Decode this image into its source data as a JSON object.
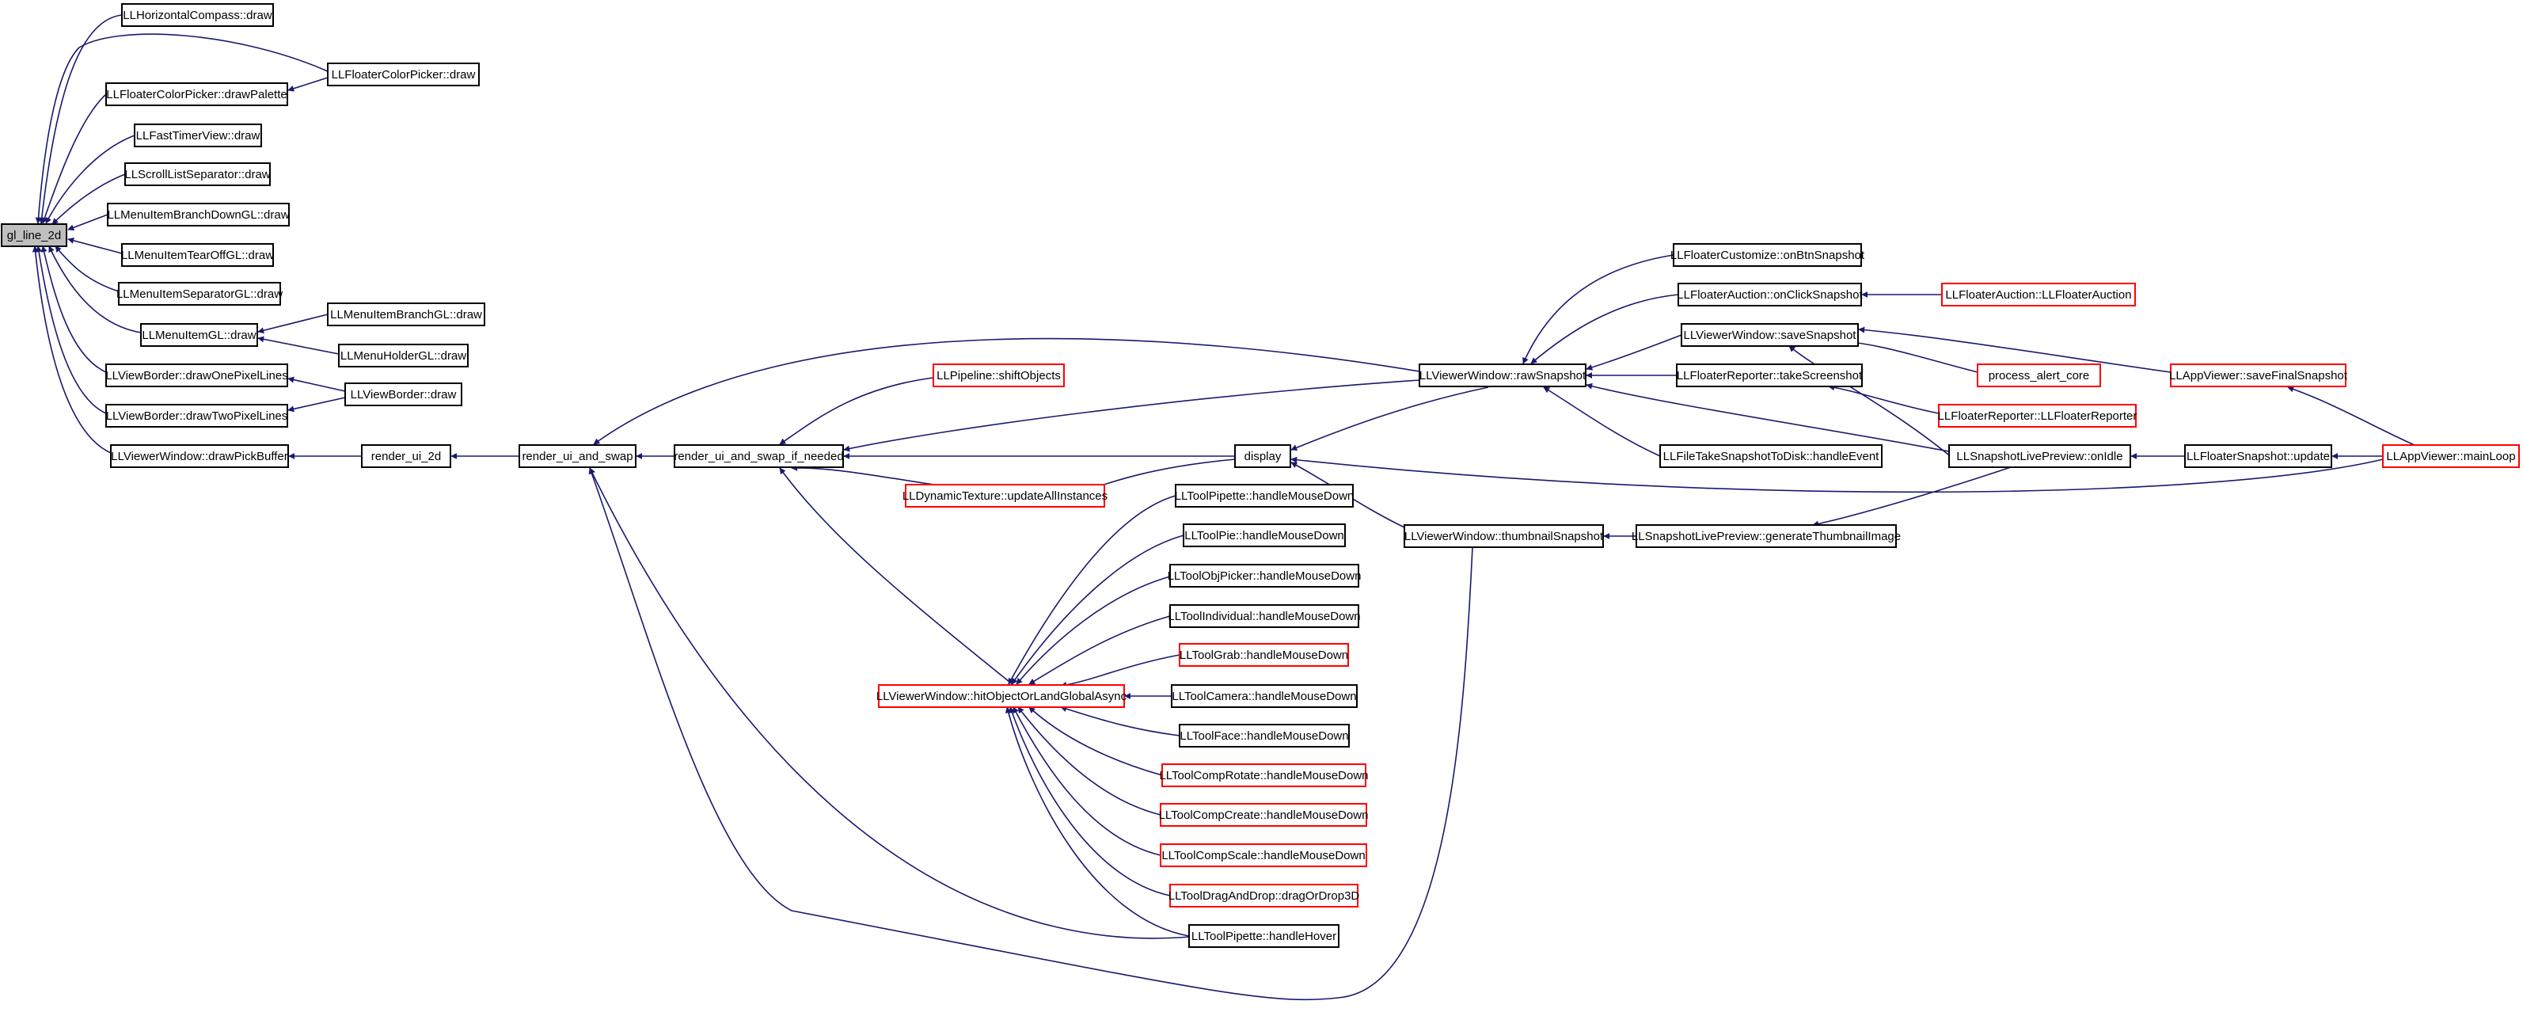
{
  "diagram": {
    "colors": {
      "edge": "#191970",
      "red_border": "#ff0000",
      "root_fill": "#bfbfbf"
    },
    "nodes": {
      "gl_line_2d": "gl_line_2d",
      "hcompass": "LLHorizontalCompass::draw",
      "fcp_drawPalette": "LLFloaterColorPicker::drawPalette",
      "fcp_draw": "LLFloaterColorPicker::draw",
      "fasttimer": "LLFastTimerView::draw",
      "scrollsep": "LLScrollListSeparator::draw",
      "mibranchdown": "LLMenuItemBranchDownGL::draw",
      "mitearoff": "LLMenuItemTearOffGL::draw",
      "miseparator": "LLMenuItemSeparatorGL::draw",
      "migl_draw": "LLMenuItemGL::draw",
      "mibranch": "LLMenuItemBranchGL::draw",
      "menuholder": "LLMenuHolderGL::draw",
      "vb_one": "LLViewBorder::drawOnePixelLines",
      "vb_two": "LLViewBorder::drawTwoPixelLines",
      "vb_draw": "LLViewBorder::draw",
      "vw_pick": "LLViewerWindow::drawPickBuffer",
      "render_ui_2d": "render_ui_2d",
      "render_swap": "render_ui_and_swap",
      "render_swap_if": "render_ui_and_swap_if_needed",
      "pipeline_shift": "LLPipeline::shiftObjects",
      "dyntex": "LLDynamicTexture::updateAllInstances",
      "display": "display",
      "vw_hit": "LLViewerWindow::hitObjectOrLandGlobalAsync",
      "t_pipette_md": "LLToolPipette::handleMouseDown",
      "t_pie_md": "LLToolPie::handleMouseDown",
      "t_objpicker_md": "LLToolObjPicker::handleMouseDown",
      "t_individual_md": "LLToolIndividual::handleMouseDown",
      "t_grab_md": "LLToolGrab::handleMouseDown",
      "t_camera_md": "LLToolCamera::handleMouseDown",
      "t_face_md": "LLToolFace::handleMouseDown",
      "t_comprotate_md": "LLToolCompRotate::handleMouseDown",
      "t_compcreate_md": "LLToolCompCreate::handleMouseDown",
      "t_compscale_md": "LLToolCompScale::handleMouseDown",
      "t_dragdrop": "LLToolDragAndDrop::dragOrDrop3D",
      "t_pipette_hover": "LLToolPipette::handleHover",
      "vw_raw": "LLViewerWindow::rawSnapshot",
      "vw_thumb": "LLViewerWindow::thumbnailSnapshot",
      "fc_btn": "LLFloaterCustomize::onBtnSnapshot",
      "fa_click": "LLFloaterAuction::onClickSnapshot",
      "vw_save": "LLViewerWindow::saveSnapshot",
      "fr_take": "LLFloaterReporter::takeScreenshot",
      "ftsd": "LLFileTakeSnapshotToDisk::handleEvent",
      "slp_idle": "LLSnapshotLivePreview::onIdle",
      "slp_gen": "LLSnapshotLivePreview::generateThumbnailImage",
      "fa_ctor": "LLFloaterAuction::LLFloaterAuction",
      "process_alert": "process_alert_core",
      "fr_ctor": "LLFloaterReporter::LLFloaterReporter",
      "av_save_final": "LLAppViewer::saveFinalSnapshot",
      "fs_update": "LLFloaterSnapshot::update",
      "av_mainloop": "LLAppViewer::mainLoop"
    }
  }
}
